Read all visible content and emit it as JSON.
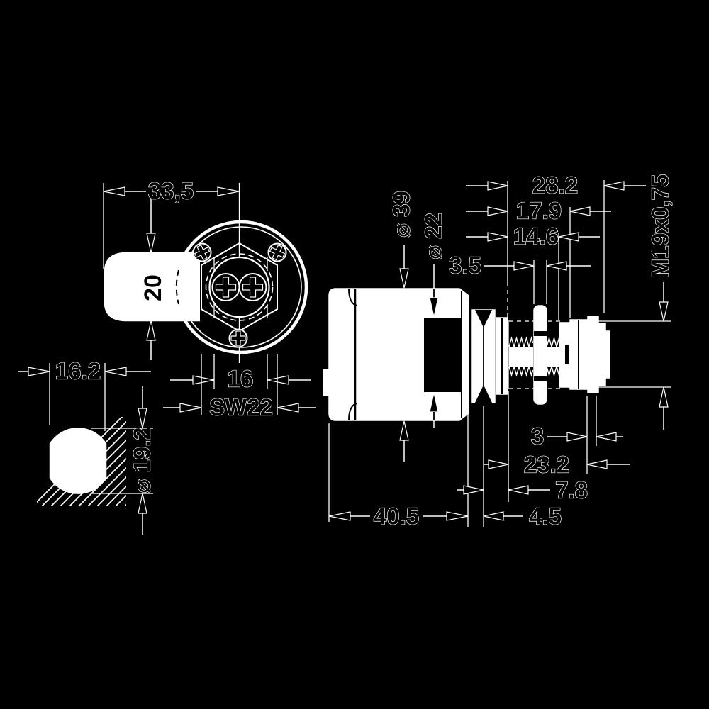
{
  "colors": {
    "background": "#000000",
    "line": "#ffffff",
    "fill": "#ffffff",
    "ink": "#000000"
  },
  "dims": {
    "d33_5": "33,5",
    "d20": "20",
    "d16": "16",
    "sw22": "SW22",
    "d16_2": "16.2",
    "d19_2": "⌀ 19.2",
    "d39": "⌀ 39",
    "d22": "⌀ 22",
    "d28_2": "28.2",
    "d17_9": "17.9",
    "d14_6": "14.6",
    "d3_5": "3.5",
    "m19": "M19x0,75",
    "d3": "3",
    "d23_2": "23.2",
    "d7_8": "7.8",
    "d40_5": "40.5",
    "d4_5": "4.5"
  }
}
